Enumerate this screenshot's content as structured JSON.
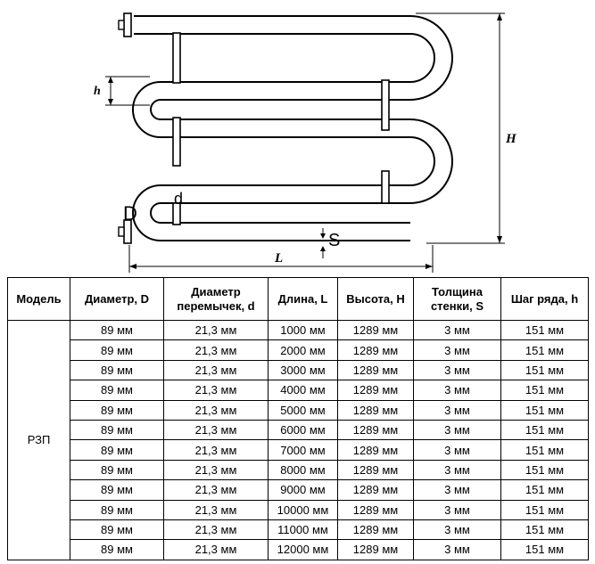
{
  "drawing": {
    "labels": {
      "h": "h",
      "H": "H",
      "L": "L",
      "S": "S",
      "D": "D",
      "d": "d"
    }
  },
  "table": {
    "headers": [
      "Модель",
      "Диаметр, D",
      "Диаметр перемычек, d",
      "Длина, L",
      "Высота, H",
      "Толщина стенки, S",
      "Шаг ряда, h"
    ],
    "model": "РЗП",
    "rows": [
      [
        "89 мм",
        "21,3 мм",
        "1000 мм",
        "1289 мм",
        "3 мм",
        "151 мм"
      ],
      [
        "89 мм",
        "21,3 мм",
        "2000 мм",
        "1289 мм",
        "3 мм",
        "151 мм"
      ],
      [
        "89 мм",
        "21,3 мм",
        "3000 мм",
        "1289 мм",
        "3 мм",
        "151 мм"
      ],
      [
        "89 мм",
        "21,3 мм",
        "4000 мм",
        "1289 мм",
        "3 мм",
        "151 мм"
      ],
      [
        "89 мм",
        "21,3 мм",
        "5000 мм",
        "1289 мм",
        "3 мм",
        "151 мм"
      ],
      [
        "89 мм",
        "21,3 мм",
        "6000 мм",
        "1289 мм",
        "3 мм",
        "151 мм"
      ],
      [
        "89 мм",
        "21,3 мм",
        "7000 мм",
        "1289 мм",
        "3 мм",
        "151 мм"
      ],
      [
        "89 мм",
        "21,3 мм",
        "8000 мм",
        "1289 мм",
        "3 мм",
        "151 мм"
      ],
      [
        "89 мм",
        "21,3 мм",
        "9000 мм",
        "1289 мм",
        "3 мм",
        "151 мм"
      ],
      [
        "89 мм",
        "21,3 мм",
        "10000 мм",
        "1289 мм",
        "3 мм",
        "151 мм"
      ],
      [
        "89 мм",
        "21,3 мм",
        "11000 мм",
        "1289 мм",
        "3 мм",
        "151 мм"
      ],
      [
        "89 мм",
        "21,3 мм",
        "12000 мм",
        "1289 мм",
        "3 мм",
        "151 мм"
      ]
    ]
  }
}
